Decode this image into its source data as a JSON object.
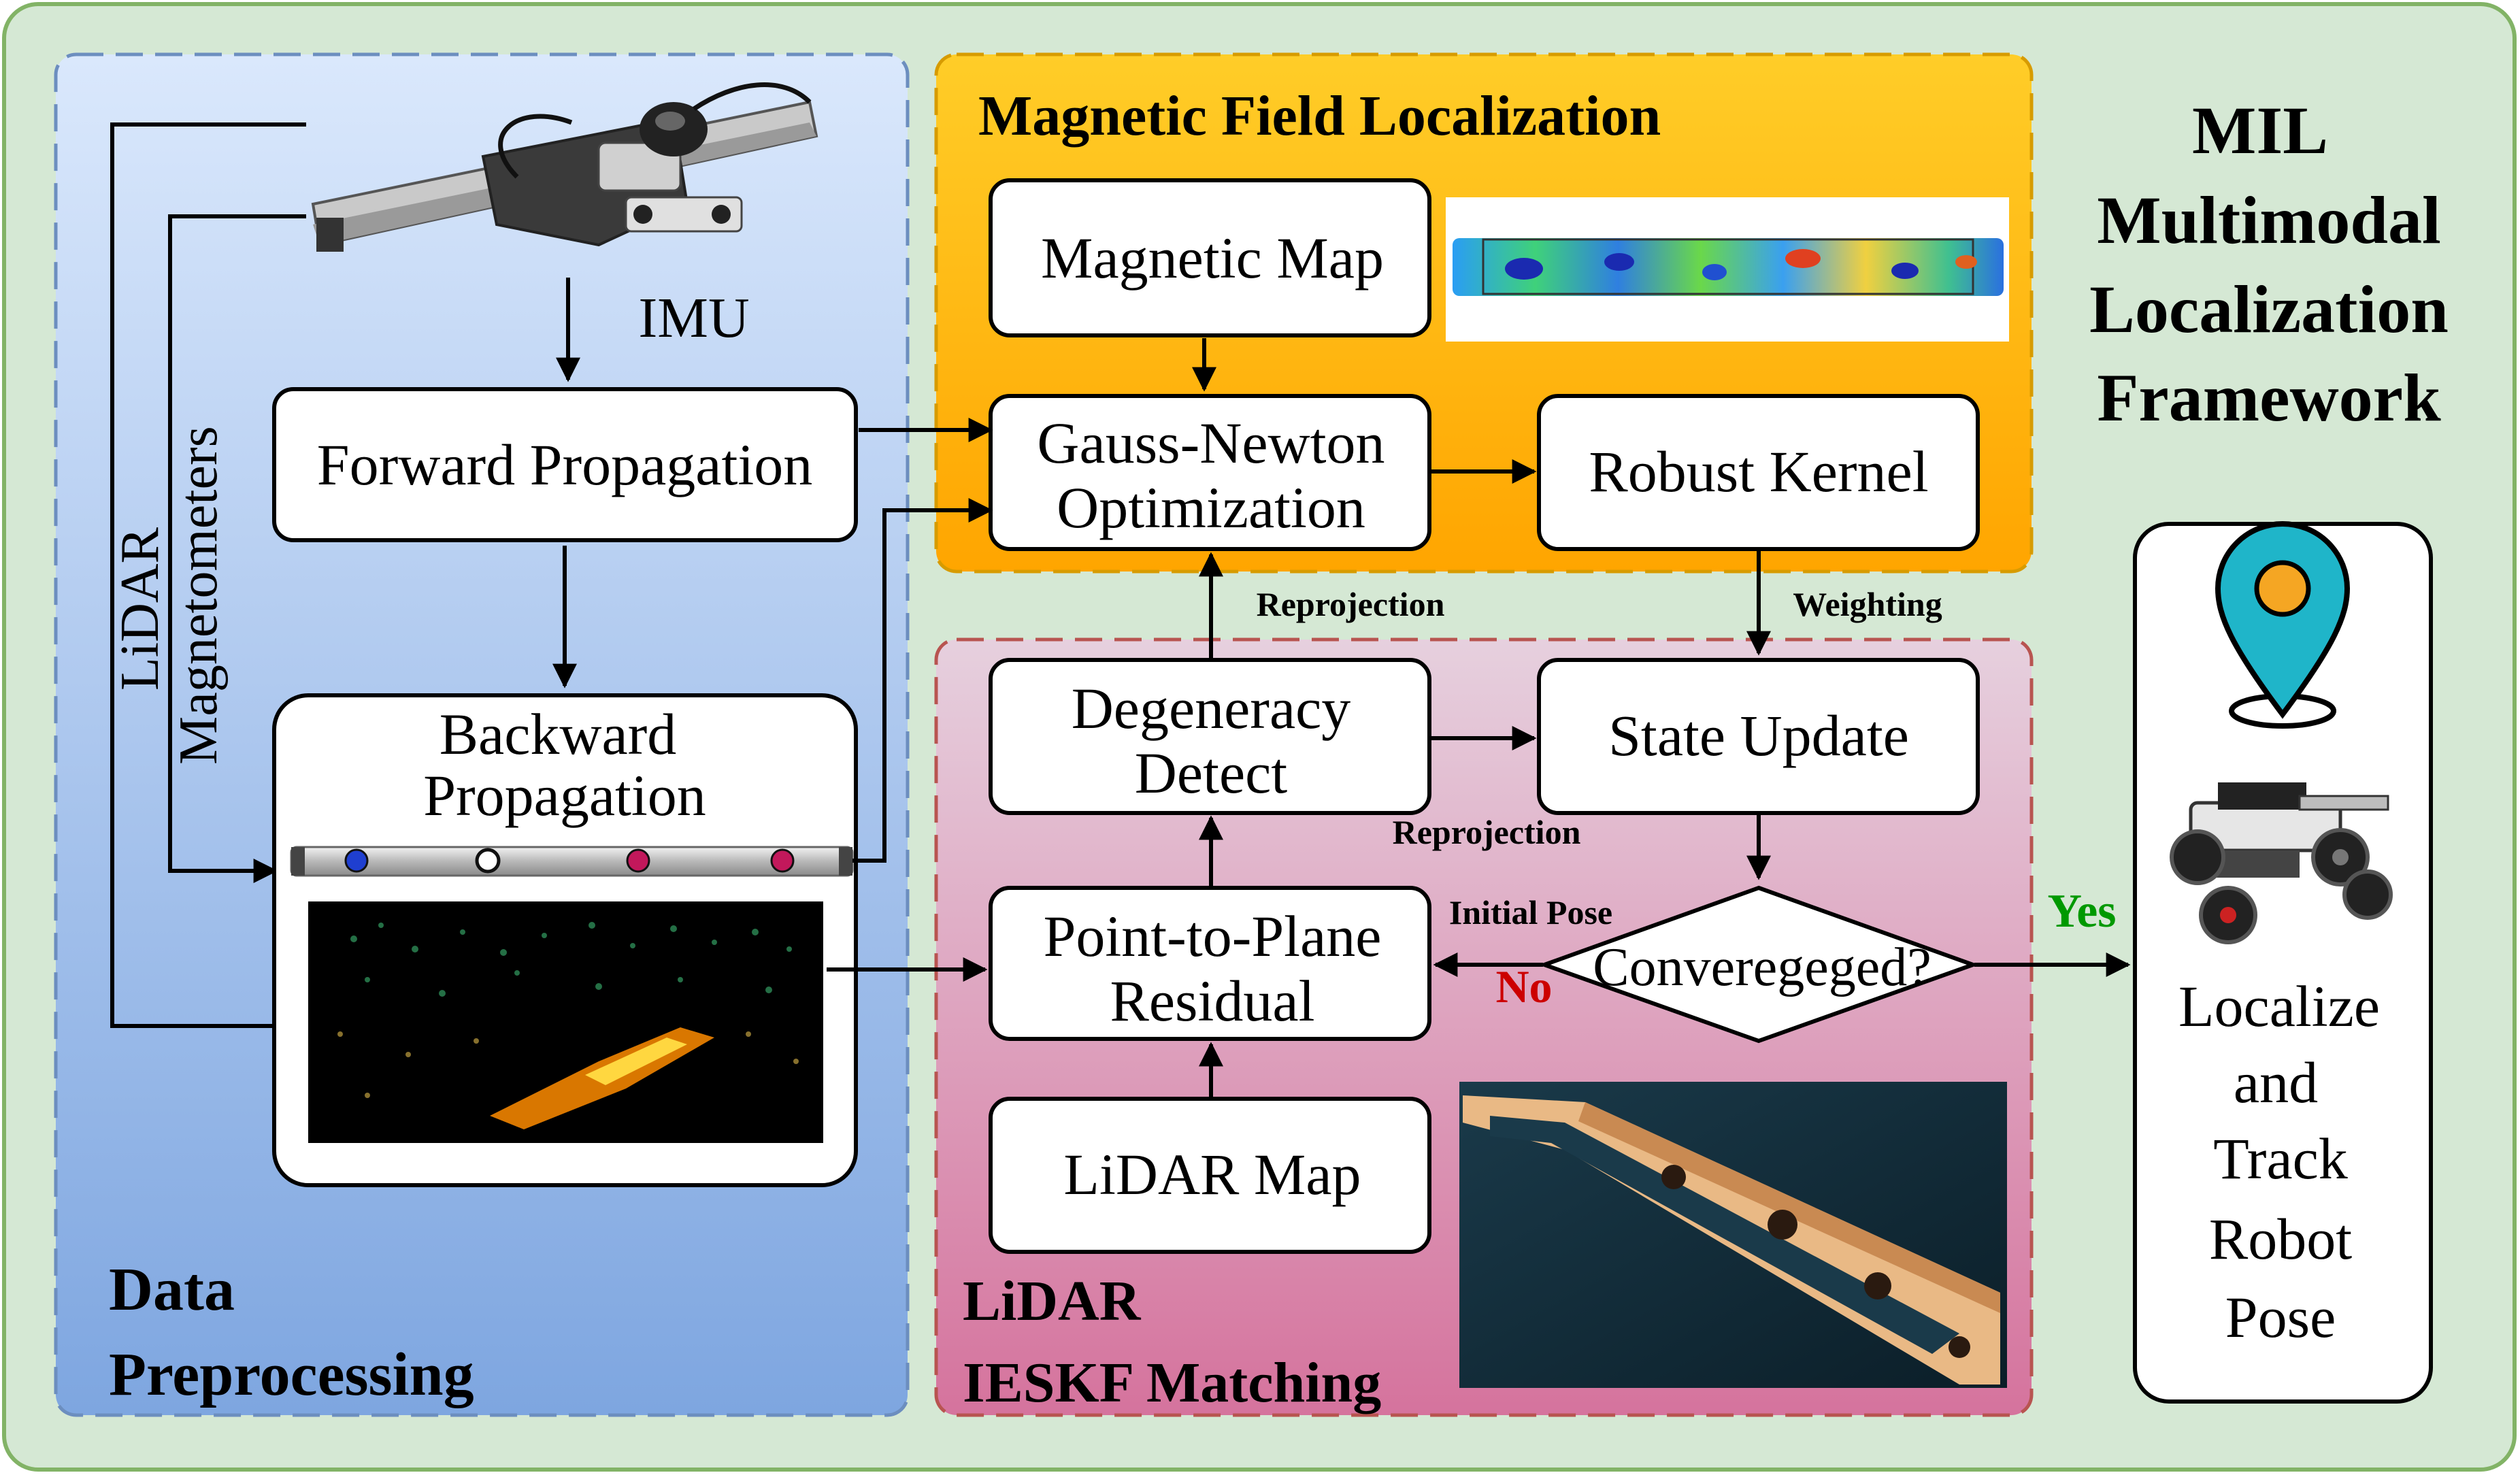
{
  "framework": {
    "title_lines": [
      "MIL",
      "Multimodal",
      "Localization",
      "Framework"
    ]
  },
  "data_preprocessing": {
    "title_lines": [
      "Data",
      "Preprocessing"
    ],
    "imu_label": "IMU",
    "lidar_label": "LiDAR",
    "magnetometers_label": "Magnetometers",
    "forward_propagation": "Forward Propagation",
    "backward_propagation_lines": [
      "Backward",
      "Propagation"
    ]
  },
  "magnetic_localization": {
    "title": "Magnetic Field Localization",
    "magnetic_map": "Magnetic Map",
    "gauss_newton_lines": [
      "Gauss-Newton",
      "Optimization"
    ],
    "robust_kernel": "Robust Kernel"
  },
  "lidar_matching": {
    "title_lines": [
      "LiDAR",
      "IESKF Matching"
    ],
    "degeneracy_lines": [
      "Degeneracy",
      "Detect"
    ],
    "state_update": "State Update",
    "point_to_plane_lines": [
      "Point-to-Plane",
      "Residual"
    ],
    "lidar_map": "LiDAR Map",
    "converged": "Converegeged?"
  },
  "edge_labels": {
    "reprojection_up": "Reprojection",
    "weighting": "Weighting",
    "reprojection_right": "Reprojection",
    "initial_pose": "Initial Pose",
    "no": "No",
    "yes": "Yes"
  },
  "output": {
    "lines": [
      "Localize",
      "and",
      "Track",
      "Robot",
      "Pose"
    ]
  },
  "colors": {
    "outer_bg": "#d5e8d4",
    "outer_border": "#82b366",
    "preprocessing_top": "#dae8fc",
    "preprocessing_bottom": "#7ea6e0",
    "magnetic_top": "#ffcd28",
    "magnetic_bottom": "#ffa500",
    "lidar_top": "#e6d0de",
    "lidar_bottom": "#d5739d",
    "no_color": "#cc0000",
    "yes_color": "#009900"
  },
  "icons": [
    "sensor-device-image",
    "magnetic-heatmap-image",
    "point-cloud-image",
    "lidar-map-3d-image",
    "location-pin-icon",
    "robot-image",
    "magnetometer-bar-icon"
  ]
}
